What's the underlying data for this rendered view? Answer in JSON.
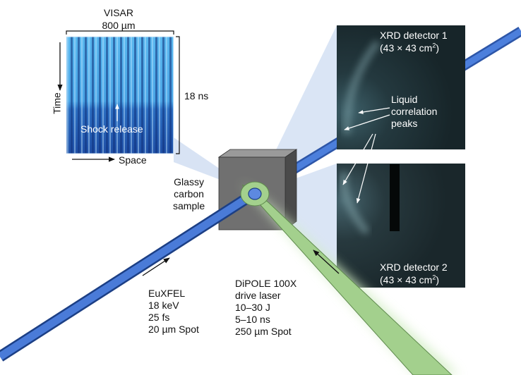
{
  "visar": {
    "title": "VISAR",
    "width": "800 µm",
    "duration": "18 ns",
    "time_axis": "Time",
    "space_axis": "Space",
    "event": "Shock release"
  },
  "sample": {
    "lines": [
      "Glassy",
      "carbon",
      "sample"
    ]
  },
  "detector1": {
    "name": "XRD detector 1",
    "size_prefix": "(43 × 43 cm",
    "size_exp": "2",
    "size_suffix": ")"
  },
  "detector2": {
    "name": "XRD detector 2",
    "size_prefix": "(43 × 43 cm",
    "size_exp": "2",
    "size_suffix": ")"
  },
  "peaks": {
    "lines": [
      "Liquid",
      "correlation",
      "peaks"
    ]
  },
  "euxfel": {
    "lines": [
      "EuXFEL",
      "18 keV",
      "25 fs",
      "20 µm Spot"
    ]
  },
  "laser": {
    "lines": [
      "DiPOLE 100X",
      "drive laser",
      "10–30 J",
      "5–10 ns",
      "250 µm Spot"
    ]
  },
  "colors": {
    "xray_beam": "#3c6fd0",
    "laser_beam": "#9fd08a",
    "laser_glow": "#d2edc4",
    "sample_cube": "#6f6f6f",
    "detector_panel": "#1a2a30",
    "cone": "#cfdcf1"
  }
}
